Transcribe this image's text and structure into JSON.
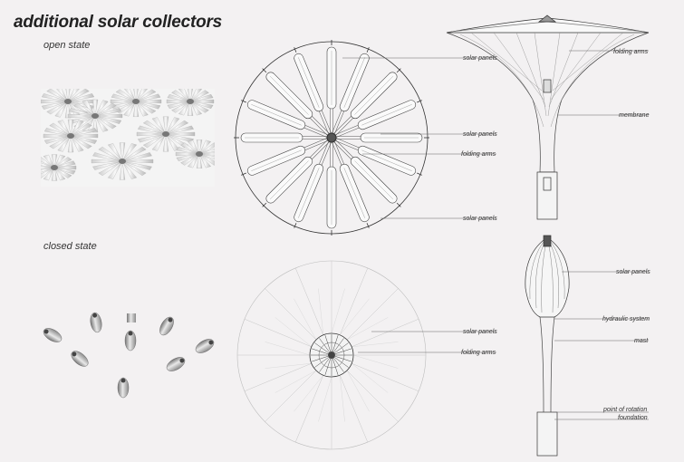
{
  "title": "additional solar collectors",
  "open_state": {
    "label": "open state",
    "plan_labels": [
      "solar panels",
      "solar panels",
      "folding arms",
      "solar panels"
    ],
    "elevation_labels": [
      "folding arms",
      "membrane"
    ]
  },
  "closed_state": {
    "label": "closed state",
    "plan_labels": [
      "solar panels",
      "folding arms"
    ],
    "elevation_labels": [
      "solar panels",
      "hydraulic system",
      "mast",
      "point of rotation",
      "foundation"
    ]
  },
  "colors": {
    "background": "#f3f1f2",
    "line": "#333333",
    "faint_line": "#bdbdbd"
  }
}
